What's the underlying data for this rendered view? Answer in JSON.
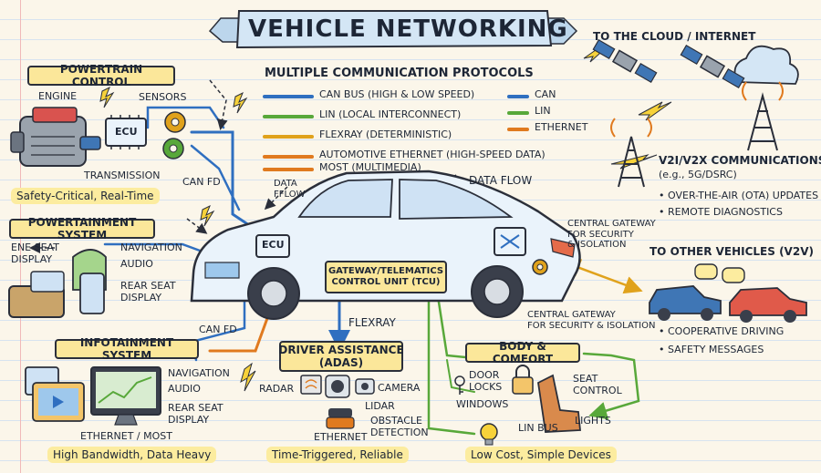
{
  "title": "VEHICLE NETWORKING",
  "protocols": {
    "heading": "MULTIPLE COMMUNICATION PROTOCOLS",
    "items": [
      {
        "label": "CAN BUS (HIGH & LOW SPEED)",
        "color": "#2f6fc0"
      },
      {
        "label": "LIN (LOCAL INTERCONNECT)",
        "color": "#58a83a"
      },
      {
        "label": "FLEXRAY (DETERMINISTIC)",
        "color": "#e0a21c"
      },
      {
        "label": "AUTOMOTIVE ETHERNET (HIGH-SPEED DATA)",
        "color": "#e07a1f"
      },
      {
        "label": "MOST (MULTIMEDIA)",
        "color": "#e07a1f"
      }
    ],
    "key": [
      {
        "label": "CAN",
        "color": "#2f6fc0"
      },
      {
        "label": "LIN",
        "color": "#58a83a"
      },
      {
        "label": "ETHERNET",
        "color": "#e07a1f"
      }
    ]
  },
  "powertrain": {
    "title": "POWERTRAIN CONTROL",
    "engine": "ENGINE",
    "sensors": "SENSORS",
    "ecu": "ECU",
    "transmission": "TRANSMISSION",
    "note": "Safety-Critical, Real-Time",
    "canfd": "CAN FD"
  },
  "powertainment": {
    "title": "POWERTAINMENT SYSTEM",
    "seat_display": "ENE SEAT\nDISPLAY",
    "navigation": "NAVIGATION",
    "audio": "AUDIO",
    "rear_seat": "REAR SEAT\nDISPLAY",
    "canfd": "CAN FD"
  },
  "infotainment": {
    "title": "INFOTAINMENT SYSTEM",
    "navigation": "NAVIGATION",
    "audio": "AUDIO",
    "rear_seat": "REAR SEAT\nDISPLAY",
    "bus": "ETHERNET / MOST",
    "note": "High Bandwidth, Data Heavy"
  },
  "adas": {
    "title": "DRIVER ASSISTANCE\n(ADAS)",
    "radar": "RADAR",
    "camera": "CAMERA",
    "lidar": "LIDAR",
    "ethernet": "ETHERNET",
    "obstacle": "OBSTACLE\nDETECTION",
    "flexray": "FLEXRAY",
    "note": "Time-Triggered, Reliable"
  },
  "body": {
    "title": "BODY & COMFORT",
    "door_locks": "DOOR\nLOCKS",
    "seat_control": "SEAT\nCONTROL",
    "windows": "WINDOWS",
    "lights": "LIGHTS",
    "lin_bus": "LIN BUS",
    "note": "Low Cost, Simple Devices"
  },
  "car": {
    "ecu": "ECU",
    "tcu": "GATEWAY/TELEMATICS\nCONTROL UNIT (TCU)",
    "data_flow_small": "DATA\nFFLOW",
    "data_flow": "DATA FLOW",
    "gateway_top": "CENTRAL GATEWAY\nFOR SECURITY\n& ISOLATION",
    "gateway_bottom": "CENTRAL GATEWAY\nFOR SECURITY & ISOLATION"
  },
  "cloud": {
    "title": "TO THE CLOUD / INTERNET",
    "v2x": "V2I/V2X COMMUNICATIONS",
    "v2x_sub": "(e.g., 5G/DSRC)",
    "bullets": [
      "OVER-THE-AIR (OTA) UPDATES",
      "REMOTE DIAGNOSTICS"
    ]
  },
  "v2v": {
    "title": "TO OTHER VEHICLES (V2V)",
    "bullets": [
      "COOPERATIVE DRIVING",
      "SAFETY MESSAGES"
    ]
  },
  "icons": [
    "engine-icon",
    "ecu-chip-icon",
    "gear-icon",
    "lightning-icon",
    "satellite-icon",
    "cloud-icon",
    "cell-tower-icon",
    "tablet-icon",
    "monitor-icon",
    "radar-icon",
    "camera-icon",
    "lidar-icon",
    "lock-icon",
    "seat-icon",
    "bulb-icon",
    "car-icon"
  ]
}
